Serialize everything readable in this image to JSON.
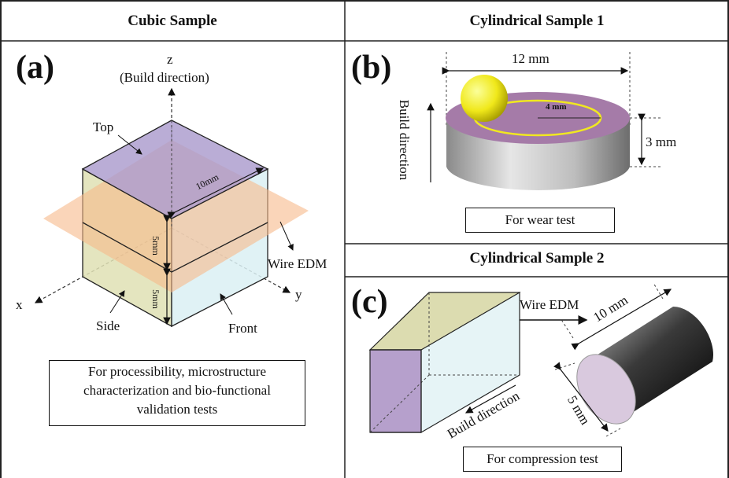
{
  "headers": {
    "cubic": "Cubic Sample",
    "cyl1": "Cylindrical Sample 1",
    "cyl2": "Cylindrical Sample 2"
  },
  "panel_a": {
    "letter": "(a)",
    "axis_z": "z",
    "build_direction": "(Build direction)",
    "axis_x": "x",
    "axis_y": "y",
    "top": "Top",
    "side": "Side",
    "front": "Front",
    "wire_edm": "Wire EDM",
    "dim_10": "10mm",
    "dim_5_upper": "5mm",
    "dim_5_lower": "5mm",
    "caption_lines": [
      "For processibility, microstructure",
      "characterization and bio-functional",
      "validation tests"
    ]
  },
  "panel_b": {
    "letter": "(b)",
    "dim_12": "12 mm",
    "dim_4": "4 mm",
    "dim_3": "3 mm",
    "build_direction": "Build direction",
    "caption": "For wear test"
  },
  "panel_c": {
    "letter": "(c)",
    "wire_edm": "Wire EDM",
    "dim_10": "10 mm",
    "dim_5": "5 mm",
    "build_direction": "Build direction",
    "caption": "For compression test"
  }
}
